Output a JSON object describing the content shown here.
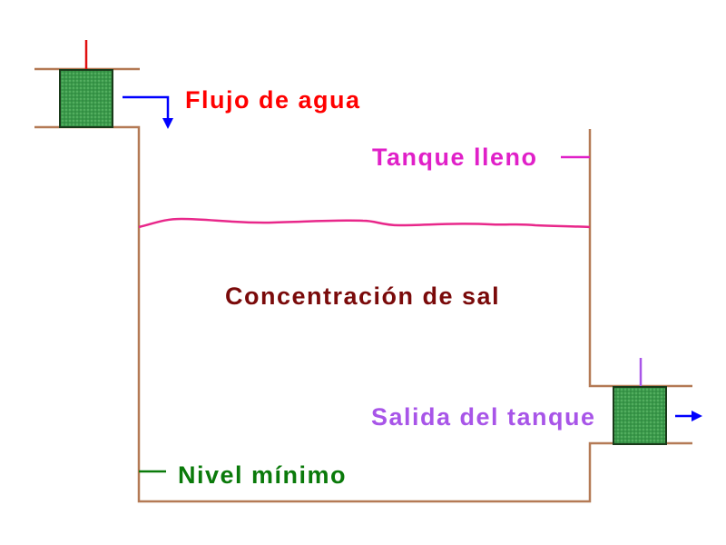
{
  "labels": {
    "inflow": "Flujo de agua",
    "full_tank": "Tanque lleno",
    "concentration": "Concentración de sal",
    "outlet": "Salida del tanque",
    "min_level": "Nivel mínimo"
  },
  "colors": {
    "tank_wall": "#b47a55",
    "water_surface": "#e8278a",
    "inflow_label": "#ff0000",
    "full_tank_label": "#e020c8",
    "concentration_label": "#7a0a0a",
    "outlet_label": "#a855e8",
    "min_level_label": "#0a7a0a",
    "valve_fill": "#3a9a4a",
    "valve_border": "#1a3a1a",
    "flow_arrow": "#0000ff",
    "inlet_stem": "#e01010",
    "outlet_stem": "#a855e8"
  },
  "icons": {
    "inlet_valve": "valve-icon",
    "outlet_valve": "valve-icon",
    "inflow_arrow": "arrow-down-icon",
    "outflow_arrow": "arrow-right-icon"
  }
}
